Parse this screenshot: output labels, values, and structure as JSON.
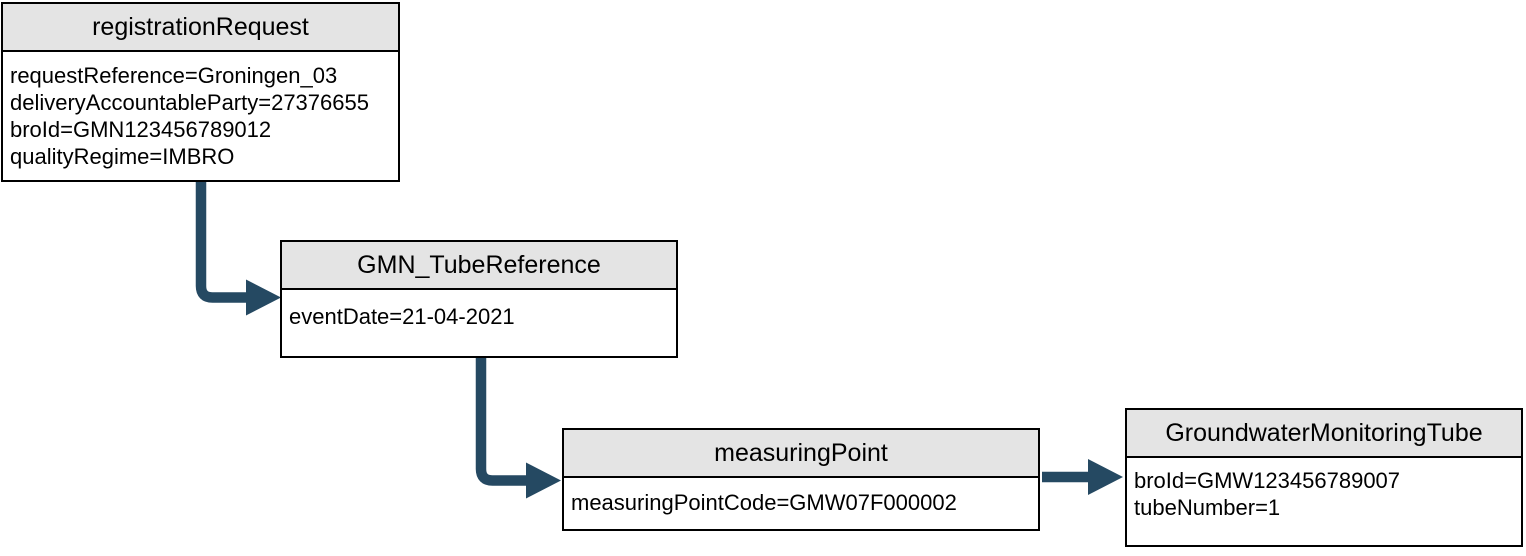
{
  "diagram": {
    "type": "object-diagram",
    "colors": {
      "arrow": "#254962",
      "header_bg": "#e4e4e4",
      "border": "#000000"
    },
    "nodes": [
      {
        "id": "registrationRequest",
        "title": "registrationRequest",
        "attributes": [
          "requestReference=Groningen_03",
          "deliveryAccountableParty=27376655",
          "broId=GMN123456789012",
          "qualityRegime=IMBRO"
        ]
      },
      {
        "id": "GMN_TubeReference",
        "title": "GMN_TubeReference",
        "attributes": [
          "eventDate=21-04-2021"
        ]
      },
      {
        "id": "measuringPoint",
        "title": "measuringPoint",
        "attributes": [
          "measuringPointCode=GMW07F000002"
        ]
      },
      {
        "id": "GroundwaterMonitoringTube",
        "title": "GroundwaterMonitoringTube",
        "attributes": [
          "broId=GMW123456789007",
          "tubeNumber=1"
        ]
      }
    ],
    "edges": [
      {
        "from": "registrationRequest",
        "to": "GMN_TubeReference",
        "style": "elbow-down-right-arrow"
      },
      {
        "from": "GMN_TubeReference",
        "to": "measuringPoint",
        "style": "elbow-down-right-arrow"
      },
      {
        "from": "measuringPoint",
        "to": "GroundwaterMonitoringTube",
        "style": "straight-right-arrow"
      }
    ]
  }
}
